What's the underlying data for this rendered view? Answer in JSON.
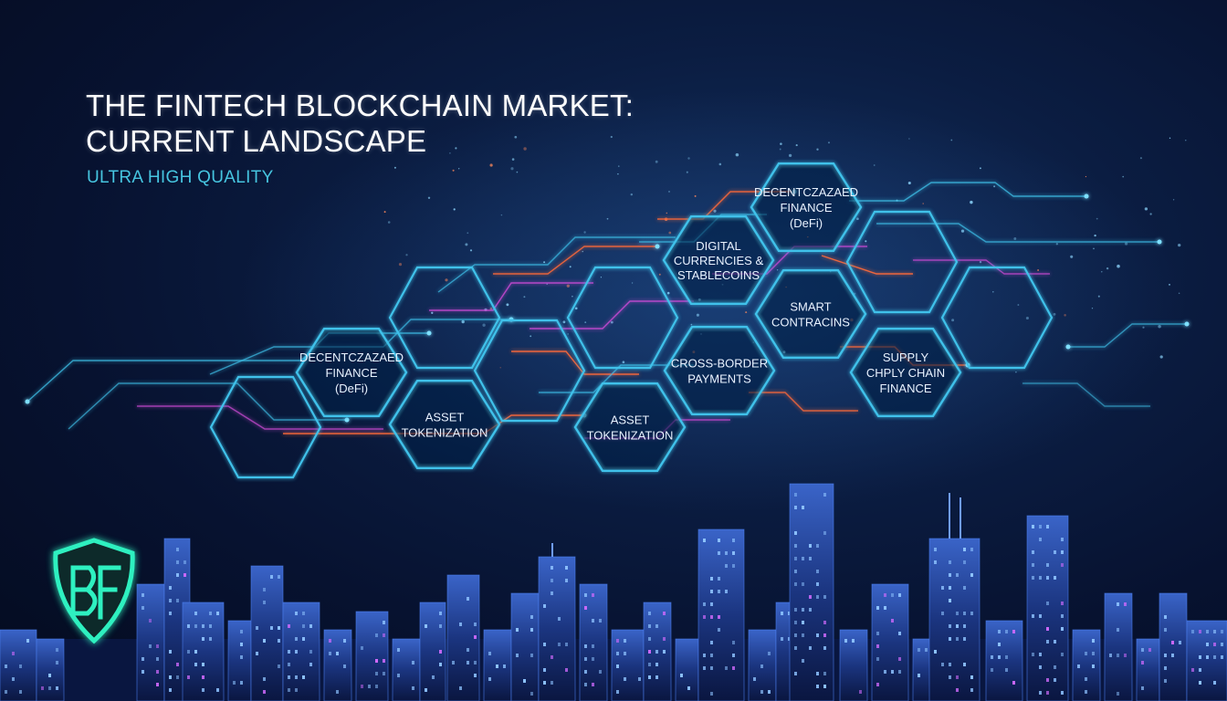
{
  "title_lines": [
    "THE FINTECH BLOCKCHAIN MARKET:",
    "CURRENT LANDSCAPE"
  ],
  "subtitle": "ULTRA HIGH QUALITY",
  "colors": {
    "hex_stroke": "#3fc1ea",
    "accent_orange": "#ff6a3a",
    "accent_magenta": "#d24bd9",
    "logo_green": "#2ef0c0"
  },
  "logo": {
    "icon": "shield-logo-icon",
    "lettering": "BF"
  },
  "hexes": [
    {
      "id": "defi-top",
      "lines": [
        "DECENTCZAZAED",
        "FINANCE",
        "(DeFi)"
      ]
    },
    {
      "id": "digital-currencies",
      "lines": [
        "DIGITAL",
        "CURRENCIES &",
        "STABLECOINS"
      ]
    },
    {
      "id": "smart-contracts",
      "lines": [
        "SMART",
        "CONTRACINS"
      ]
    },
    {
      "id": "defi-left",
      "lines": [
        "DECENTCZAZAED",
        "FINANCE",
        "(DeFi)"
      ]
    },
    {
      "id": "cross-border",
      "lines": [
        "CROSS-BORDER",
        "PAYMENTS"
      ]
    },
    {
      "id": "supply-chain",
      "lines": [
        "SUPPLY",
        "CHPLY CHAIN",
        "FINANCE"
      ]
    },
    {
      "id": "asset-left",
      "lines": [
        "ASSET",
        "TOKENIZATION"
      ]
    },
    {
      "id": "asset-right",
      "lines": [
        "ASSET",
        "TOKENIZATION"
      ]
    }
  ]
}
